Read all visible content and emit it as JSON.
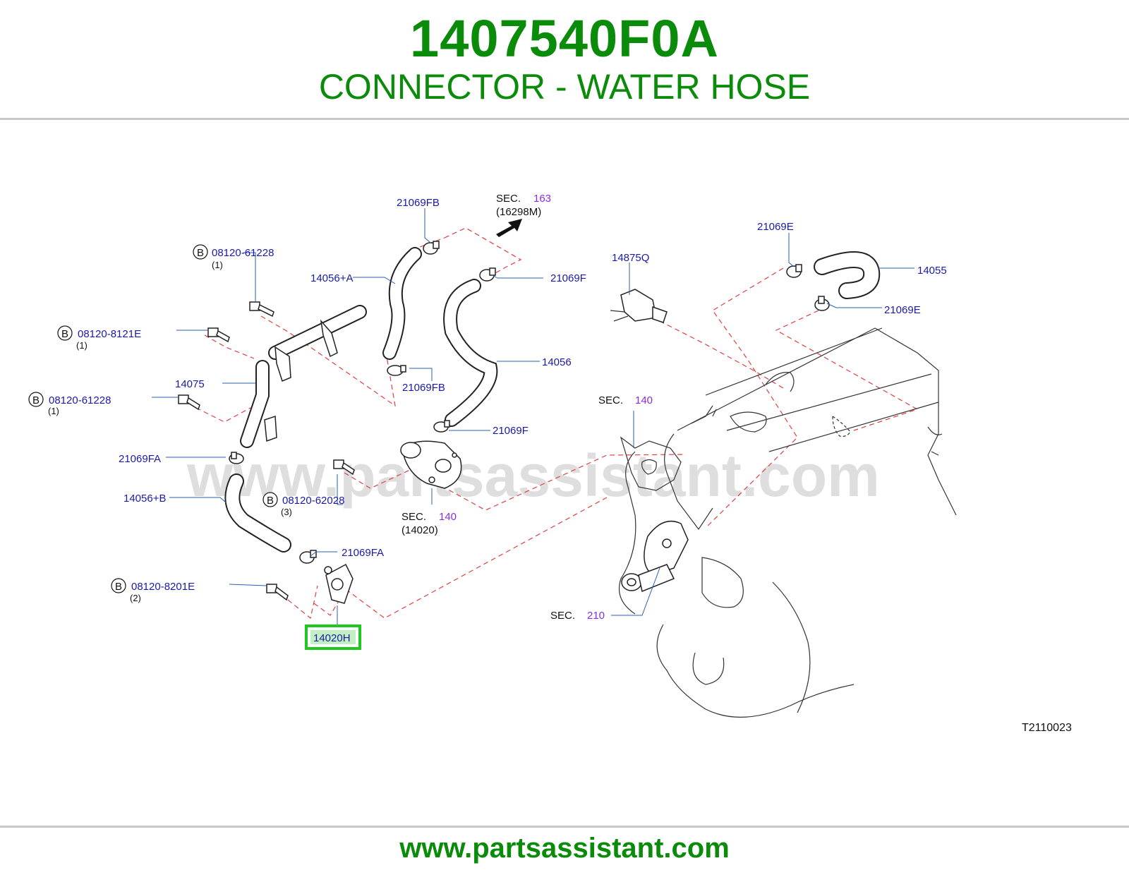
{
  "header": {
    "part_number": "1407540F0A",
    "description": "CONNECTOR - WATER HOSE"
  },
  "diagram": {
    "watermark": "www.partsassistant.com",
    "drawing_code": "T2110023",
    "labels": {
      "c21069FB_top": "21069FB",
      "c21069FB_bot": "21069FB",
      "c14056A": "14056+A",
      "c21069F_top": "21069F",
      "c21069F_bot": "21069F",
      "c14056": "14056",
      "c14875Q": "14875Q",
      "c21069E_top": "21069E",
      "c21069E_bot": "21069E",
      "c14055": "14055",
      "c14075": "14075",
      "c21069FA_top": "21069FA",
      "c21069FA_bot": "21069FA",
      "c14056B": "14056+B",
      "c14020H": "14020H"
    },
    "bolts": [
      {
        "mark": "B",
        "code": "08120-61228",
        "qty": "(1)"
      },
      {
        "mark": "B",
        "code": "08120-8121E",
        "qty": "(1)"
      },
      {
        "mark": "B",
        "code": "08120-61228",
        "qty": "(1)"
      },
      {
        "mark": "B",
        "code": "08120-62028",
        "qty": "(3)"
      },
      {
        "mark": "B",
        "code": "08120-8201E",
        "qty": "(2)"
      }
    ],
    "sections": [
      {
        "prefix": "SEC.",
        "num": "163",
        "ref": "(16298M)"
      },
      {
        "prefix": "SEC.",
        "num": "140",
        "ref": ""
      },
      {
        "prefix": "SEC.",
        "num": "140",
        "ref": "(14020)"
      },
      {
        "prefix": "SEC.",
        "num": "210",
        "ref": ""
      }
    ],
    "highlight_color": "#1ec81e",
    "label_color": "#1a1aa8",
    "section_number_color": "#8a2be2",
    "guide_line_color": "#e04040"
  },
  "footer": {
    "url": "www.partsassistant.com"
  }
}
